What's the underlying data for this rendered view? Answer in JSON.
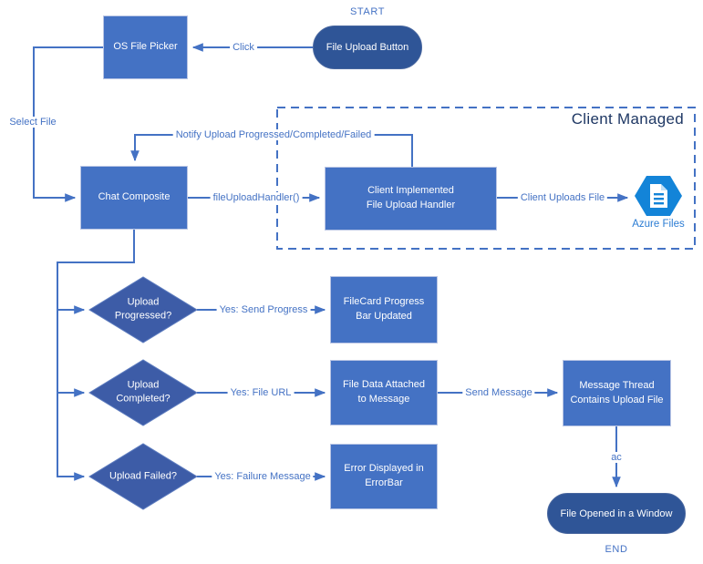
{
  "nodes": {
    "start": "START",
    "file_upload_button": "File Upload Button",
    "os_file_picker": "OS File Picker",
    "chat_composite": "Chat Composite",
    "client_handler": "Client Implemented\nFile Upload Handler",
    "azure_files": "Azure Files",
    "upload_progressed": "Upload\nProgressed?",
    "upload_completed": "Upload\nCompleted?",
    "upload_failed": "Upload Failed?",
    "filecard_progress": "FileCard Progress\nBar Updated",
    "file_data_attached": "File Data Attached\nto Message",
    "error_displayed": "Error Displayed in\nErrorBar",
    "message_thread": "Message Thread\nContains Upload File",
    "file_opened": "File Opened in a Window",
    "end": "END",
    "client_managed": "Client Managed"
  },
  "edges": {
    "click": "Click",
    "select_file": "Select File",
    "notify": "Notify Upload Progressed/Completed/Failed",
    "file_upload_handler": "fileUploadHandler()",
    "client_uploads_file": "Client Uploads File",
    "yes_send_progress": "Yes: Send Progress",
    "yes_file_url": "Yes: File URL",
    "send_message": "Send Message",
    "yes_failure_message": "Yes: Failure Message",
    "ac": "ac"
  },
  "colors": {
    "connector": "#4472C4",
    "process_fill": "#4472C4",
    "decision_fill": "#3D5CA7",
    "terminator_fill": "#2F5597",
    "edge_label_text": "#4472C4",
    "region_title_text": "#1F3864",
    "region_border": "#4472C4",
    "azure_hexagon": "#1384D8",
    "azure_label_text": "#2B7CD3",
    "node_text": "#FFFFFF"
  }
}
